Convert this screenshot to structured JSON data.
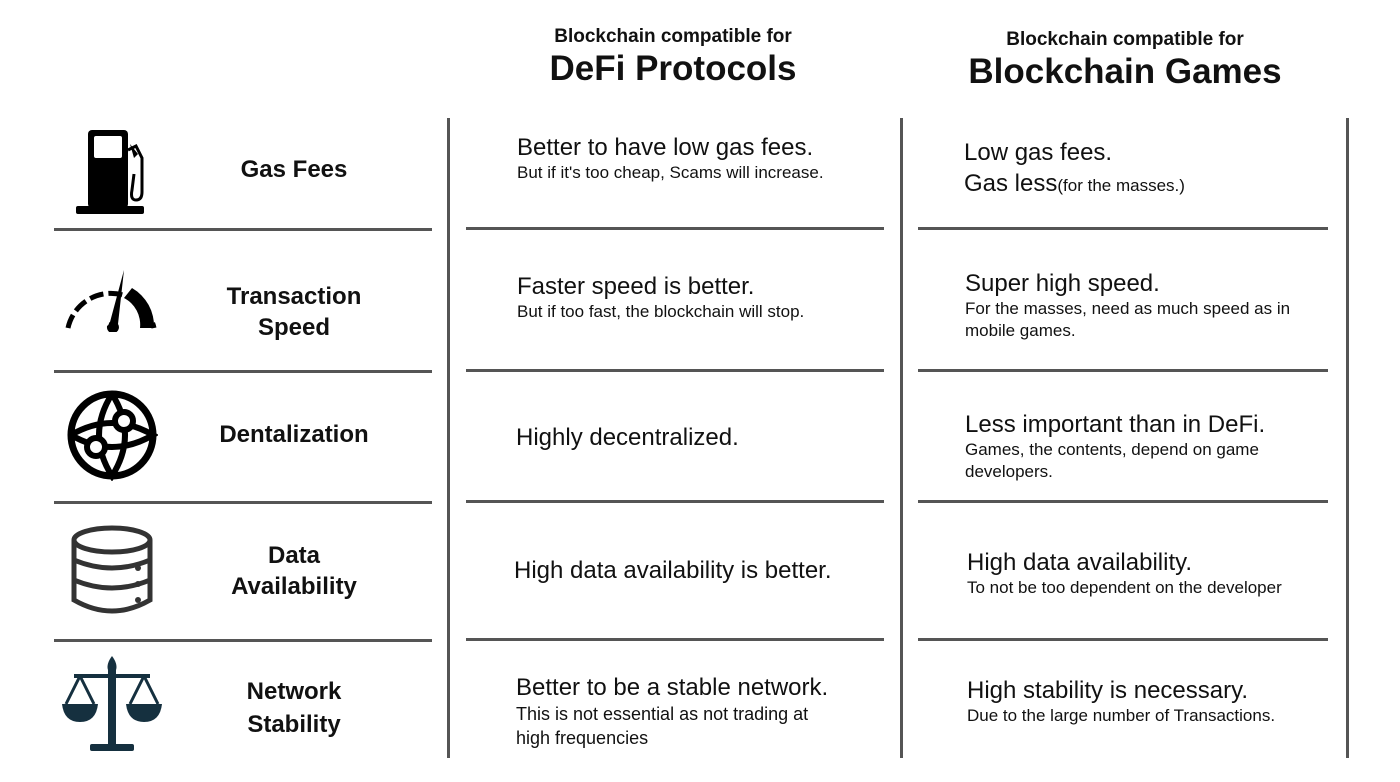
{
  "headers": [
    {
      "subtitle": "Blockchain compatible for",
      "title": "DeFi Protocols"
    },
    {
      "subtitle": "Blockchain compatible for",
      "title": "Blockchain Games"
    }
  ],
  "rows": [
    {
      "icon": "gas-pump-icon",
      "label": "Gas Fees",
      "defi": {
        "main": "Better to have low gas fees.",
        "sub": "But if it's too cheap, Scams will increase."
      },
      "games": {
        "main": "Low gas fees.",
        "main2": "Gas less",
        "main2_small": "(for the masses.)"
      }
    },
    {
      "icon": "speedometer-icon",
      "label_line1": "Transaction",
      "label_line2": "Speed",
      "defi": {
        "main": "Faster speed is better.",
        "sub": "But if too fast, the blockchain will stop."
      },
      "games": {
        "main": "Super high speed.",
        "sub": "For the masses, need as much speed as in mobile games."
      }
    },
    {
      "icon": "globe-network-icon",
      "label": "Dentalization",
      "defi": {
        "main": "Highly decentralized."
      },
      "games": {
        "main": "Less important than in DeFi.",
        "sub": "Games, the contents, depend on game developers."
      }
    },
    {
      "icon": "database-icon",
      "label_line1": "Data",
      "label_line2": "Availability",
      "defi": {
        "main": "High data availability is better."
      },
      "games": {
        "main": "High data availability.",
        "sub": "To not be too dependent on the developer"
      }
    },
    {
      "icon": "scales-icon",
      "label_line1": "Network",
      "label_line2": "Stability",
      "defi": {
        "main": "Better to be a stable network.",
        "sub": "This is not essential as not trading at high frequencies"
      },
      "games": {
        "main": "High stability is necessary.",
        "sub": "Due to the large number of Transactions."
      }
    }
  ],
  "colors": {
    "scales": "#15303f",
    "lines": "#555555"
  }
}
